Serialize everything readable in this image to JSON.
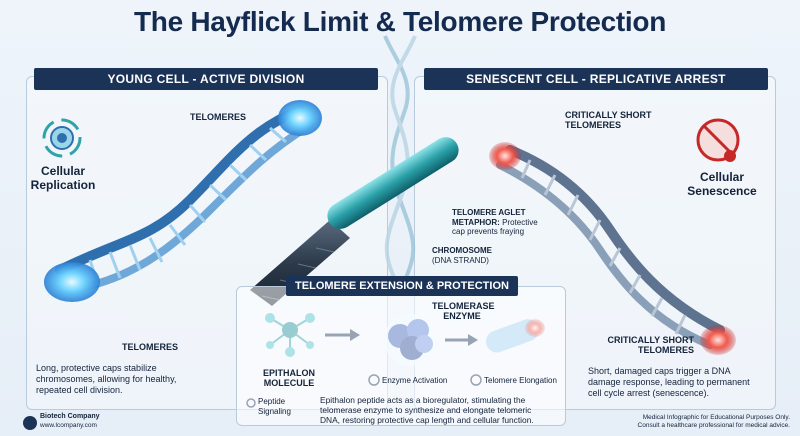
{
  "title": "The Hayflick Limit & Telomere Protection",
  "left_panel": {
    "header": "YOUNG CELL - ACTIVE DIVISION",
    "icon_label_line1": "Cellular",
    "icon_label_line2": "Replication",
    "telomeres_top": "TELOMERES",
    "telomeres_bottom": "TELOMERES",
    "description_line1": "Long, protective caps stabilize",
    "description_line2": "chromosomes, allowing for healthy,",
    "description_line3": "repeated cell division."
  },
  "right_panel": {
    "header": "SENESCENT CELL - REPLICATIVE ARREST",
    "short_top_line1": "CRITICALLY SHORT",
    "short_top_line2": "TELOMERES",
    "short_bottom_line1": "CRITICALLY SHORT",
    "short_bottom_line2": "TELOMERES",
    "icon_label_line1": "Cellular",
    "icon_label_line2": "Senescence",
    "description_line1": "Short, damaged caps trigger a DNA",
    "description_line2": "damage response, leading to permanent",
    "description_line3": "cell cycle arrest (senescence)."
  },
  "center": {
    "aglet_line1": "TELOMERE AGLET",
    "aglet_line2_bold": "METAPHOR:",
    "aglet_line2_rest": " Protective",
    "aglet_line3": "cap prevents fraying",
    "chromosome_line1": "CHROMOSOME",
    "chromosome_line2": "(DNA STRAND)"
  },
  "extension": {
    "header": "TELOMERE EXTENSION & PROTECTION",
    "molecule_line1": "EPITHALON",
    "molecule_line2": "MOLECULE",
    "enzyme_line1": "TELOMERASE",
    "enzyme_line2": "ENZYME",
    "legend_activation": "Enzyme Activation",
    "legend_elongation": "Telomere Elongation",
    "legend_signaling_line1": "Peptide",
    "legend_signaling_line2": "Signaling",
    "description_line1": "Epithalon peptide acts as a bioregulator, stimulating the",
    "description_line2": "telomerase enzyme to synthesize and elongate telomeric",
    "description_line3": "DNA, restoring protective cap length and cellular function."
  },
  "footer": {
    "company": "Biotech Company",
    "url": "www.lcompany.com",
    "disclaimer_line1": "Medical Infographic for Educational Purposes Only.",
    "disclaimer_line2": "Consult a healthcare professional for medical advice."
  },
  "colors": {
    "navy": "#1c3358",
    "cyan_glow": "#4fc3f7",
    "red_glow": "#e53935",
    "dna_blue": "#2f6fae",
    "dna_gray": "#5d7390"
  }
}
